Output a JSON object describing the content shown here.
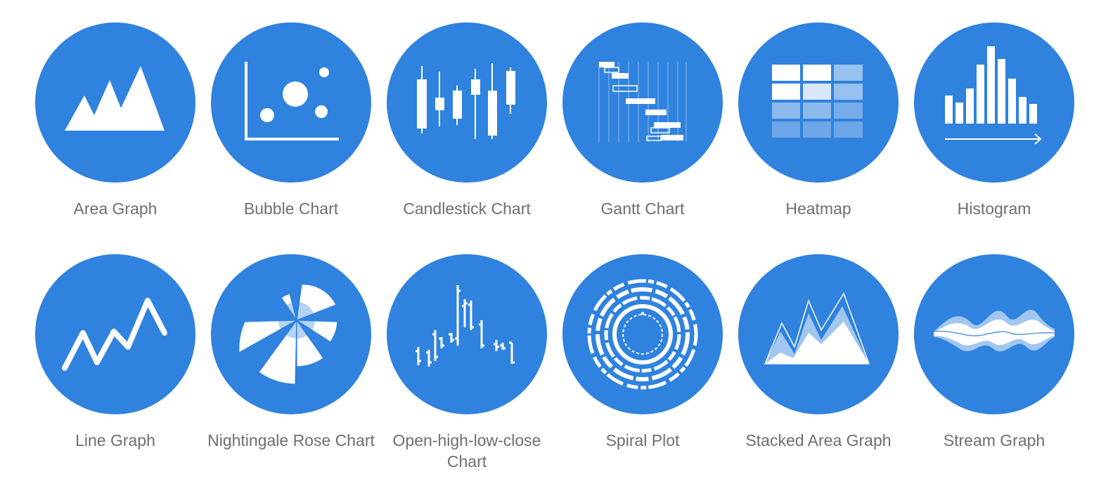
{
  "accent_color": "#2f82de",
  "label_color": "#6f6f6f",
  "icons": [
    {
      "label": "Area Graph",
      "icon": "area-graph-icon"
    },
    {
      "label": "Bubble Chart",
      "icon": "bubble-chart-icon"
    },
    {
      "label": "Candlestick Chart",
      "icon": "candlestick-chart-icon"
    },
    {
      "label": "Gantt Chart",
      "icon": "gantt-chart-icon"
    },
    {
      "label": "Heatmap",
      "icon": "heatmap-icon"
    },
    {
      "label": "Histogram",
      "icon": "histogram-icon"
    },
    {
      "label": "Line Graph",
      "icon": "line-graph-icon"
    },
    {
      "label": "Nightingale Rose Chart",
      "icon": "nightingale-rose-chart-icon"
    },
    {
      "label": "Open-high-low-close Chart",
      "icon": "ohlc-chart-icon"
    },
    {
      "label": "Spiral Plot",
      "icon": "spiral-plot-icon"
    },
    {
      "label": "Stacked Area Graph",
      "icon": "stacked-area-graph-icon"
    },
    {
      "label": "Stream Graph",
      "icon": "stream-graph-icon"
    }
  ]
}
